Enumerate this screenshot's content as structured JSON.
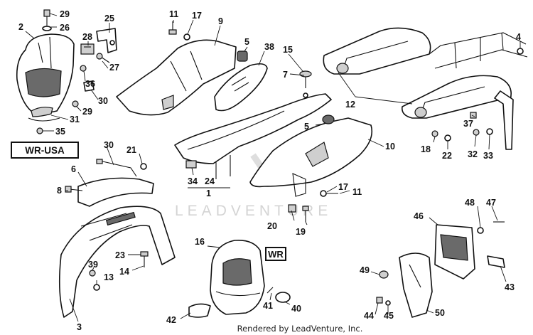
{
  "diagram": {
    "credit": "Rendered by LeadVenture, Inc.",
    "watermark": "LEADVENTURE",
    "badges": {
      "wr_usa": "WR-USA",
      "wr": "WR"
    },
    "labels": [
      "29",
      "26",
      "2",
      "25",
      "28",
      "27",
      "36",
      "30",
      "29",
      "31",
      "35",
      "11",
      "17",
      "9",
      "5",
      "38",
      "15",
      "7",
      "12",
      "4",
      "37",
      "5",
      "10",
      "18",
      "22",
      "32",
      "33",
      "30",
      "21",
      "6",
      "8",
      "34",
      "24",
      "1",
      "17",
      "11",
      "20",
      "19",
      "16",
      "23",
      "14",
      "39",
      "13",
      "3",
      "42",
      "41",
      "40",
      "46",
      "48",
      "47",
      "49",
      "43",
      "44",
      "45",
      "50"
    ]
  }
}
